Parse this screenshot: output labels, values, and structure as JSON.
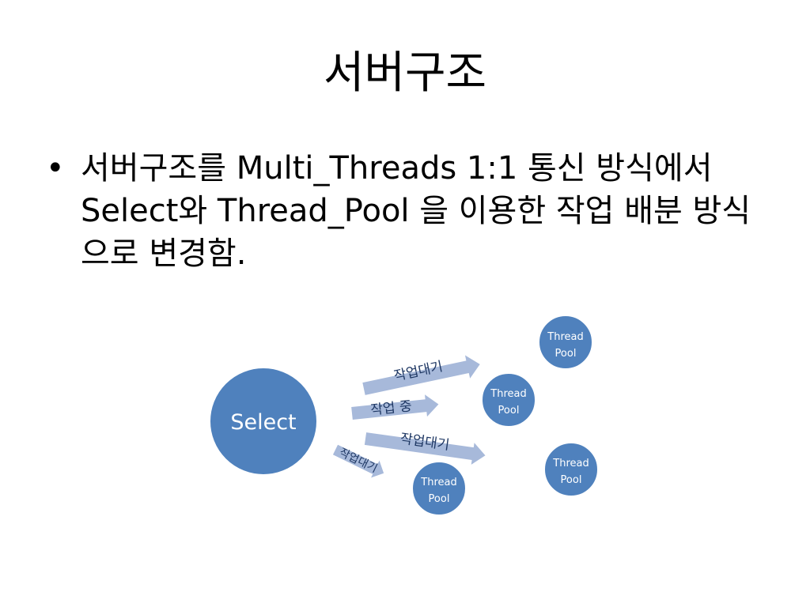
{
  "slide": {
    "title": "서버구조",
    "bullet": "서버구조를 Multi_Threads 1:1 통신 방식에서 Select와 Thread_Pool 을 이용한 작업 배분 방식으로 변경함."
  },
  "diagram": {
    "select_label": "Select",
    "pools": [
      {
        "line1": "Thread",
        "line2": "Pool"
      },
      {
        "line1": "Thread",
        "line2": "Pool"
      },
      {
        "line1": "Thread",
        "line2": "Pool"
      },
      {
        "line1": "Thread",
        "line2": "Pool"
      }
    ],
    "arrows": [
      {
        "label": "작업대기"
      },
      {
        "label": "작업 중"
      },
      {
        "label": "작업대기"
      },
      {
        "label": "작업대기"
      }
    ],
    "colors": {
      "node_fill": "#4f81bd",
      "node_stroke": "#ffffff",
      "arrow_fill": "#a7b9da",
      "arrow_text": "#1f3864"
    }
  }
}
